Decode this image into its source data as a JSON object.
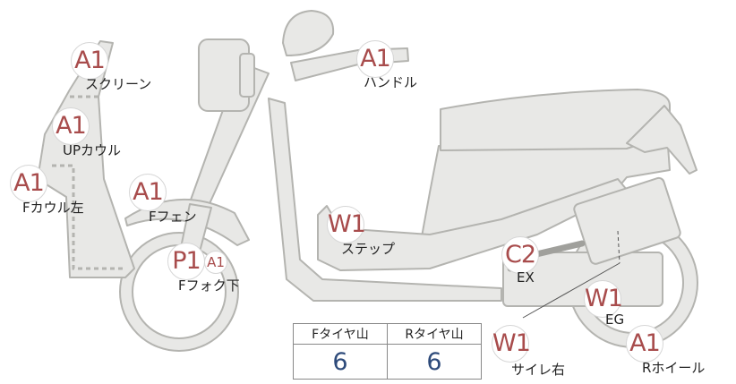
{
  "parts": [
    {
      "id": "screen",
      "code": "A1",
      "label": "スクリーン"
    },
    {
      "id": "up-cowl",
      "code": "A1",
      "label": "UPカウル"
    },
    {
      "id": "f-cowl-left",
      "code": "A1",
      "label": "Fカウル左"
    },
    {
      "id": "f-fender",
      "code": "A1",
      "label": "Fフェン"
    },
    {
      "id": "f-fork-lower",
      "code": "P1",
      "code_extra": "A1",
      "label": "Fフォク下"
    },
    {
      "id": "handle",
      "code": "A1",
      "label": "ハンドル"
    },
    {
      "id": "step",
      "code": "W1",
      "label": "ステップ"
    },
    {
      "id": "ex",
      "code": "C2",
      "label": "EX"
    },
    {
      "id": "eg",
      "code": "W1",
      "label": "EG"
    },
    {
      "id": "r-wheel",
      "code": "A1",
      "label": "Rホイール"
    },
    {
      "id": "silencer-right",
      "code": "W1",
      "label": "サイレ右"
    }
  ],
  "tire_table": {
    "headers": [
      "Fタイヤ山",
      "Rタイヤ山"
    ],
    "values": [
      "6",
      "6"
    ]
  },
  "colors": {
    "body_fill": "#e8e8e6",
    "body_stroke": "#b4b4b0",
    "code_text": "#a84c4c",
    "value_text": "#2d4a7a"
  }
}
